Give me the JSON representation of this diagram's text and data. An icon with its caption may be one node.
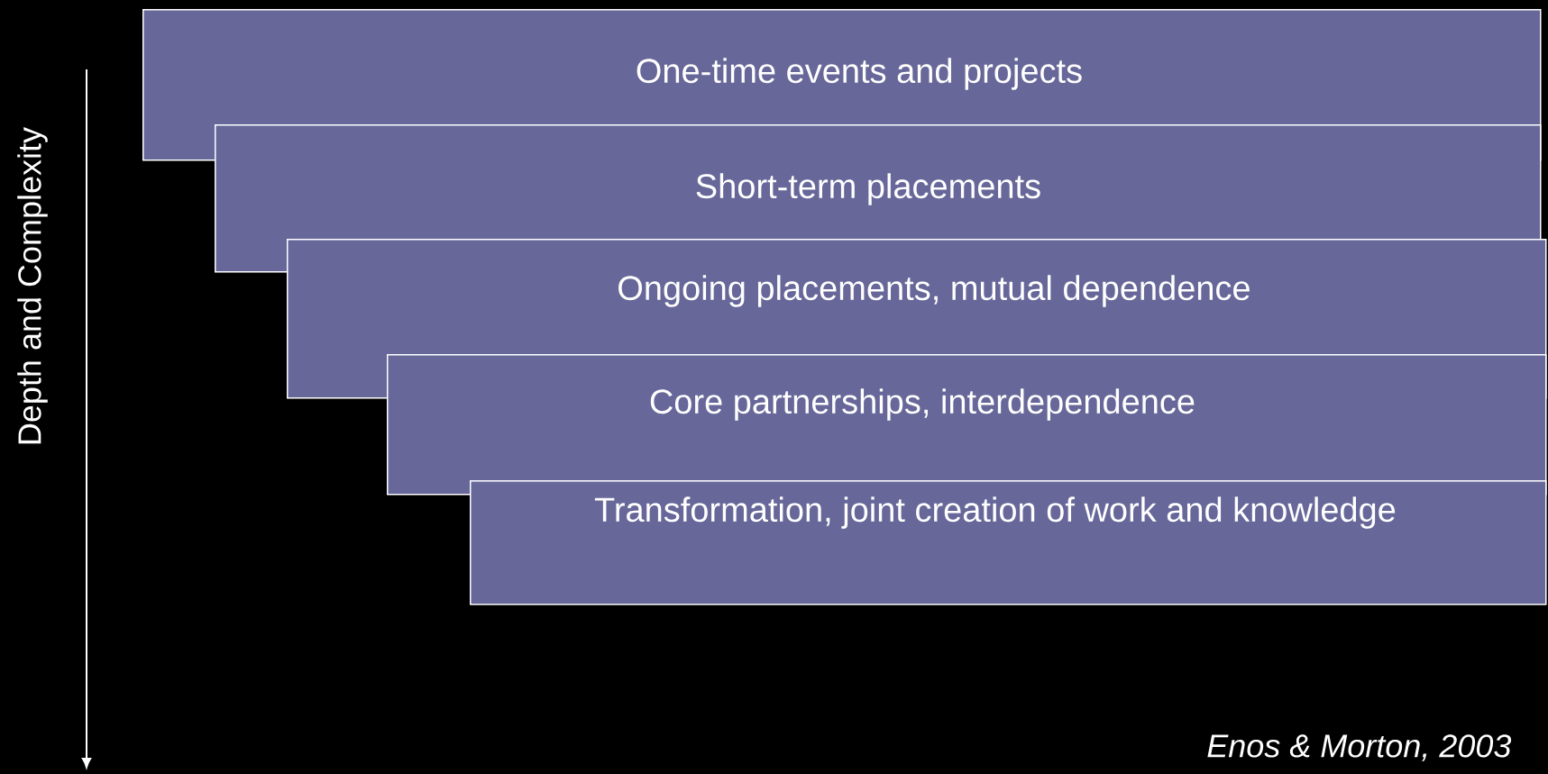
{
  "diagram": {
    "nodes": [
      {
        "text": [
          "One-time events and projects"
        ]
      },
      {
        "text": [
          "Short-term placements"
        ]
      },
      {
        "text": [
          "Ongoing placements, mutual dependence"
        ]
      },
      {
        "text": [
          "Core partnerships, interdependence"
        ]
      },
      {
        "text": [
          "Transformation, joint creation of work and knowledge"
        ]
      }
    ],
    "edges": [],
    "labels": [
      "Depth and Complexity",
      "Enos & Morton, 2003"
    ]
  }
}
